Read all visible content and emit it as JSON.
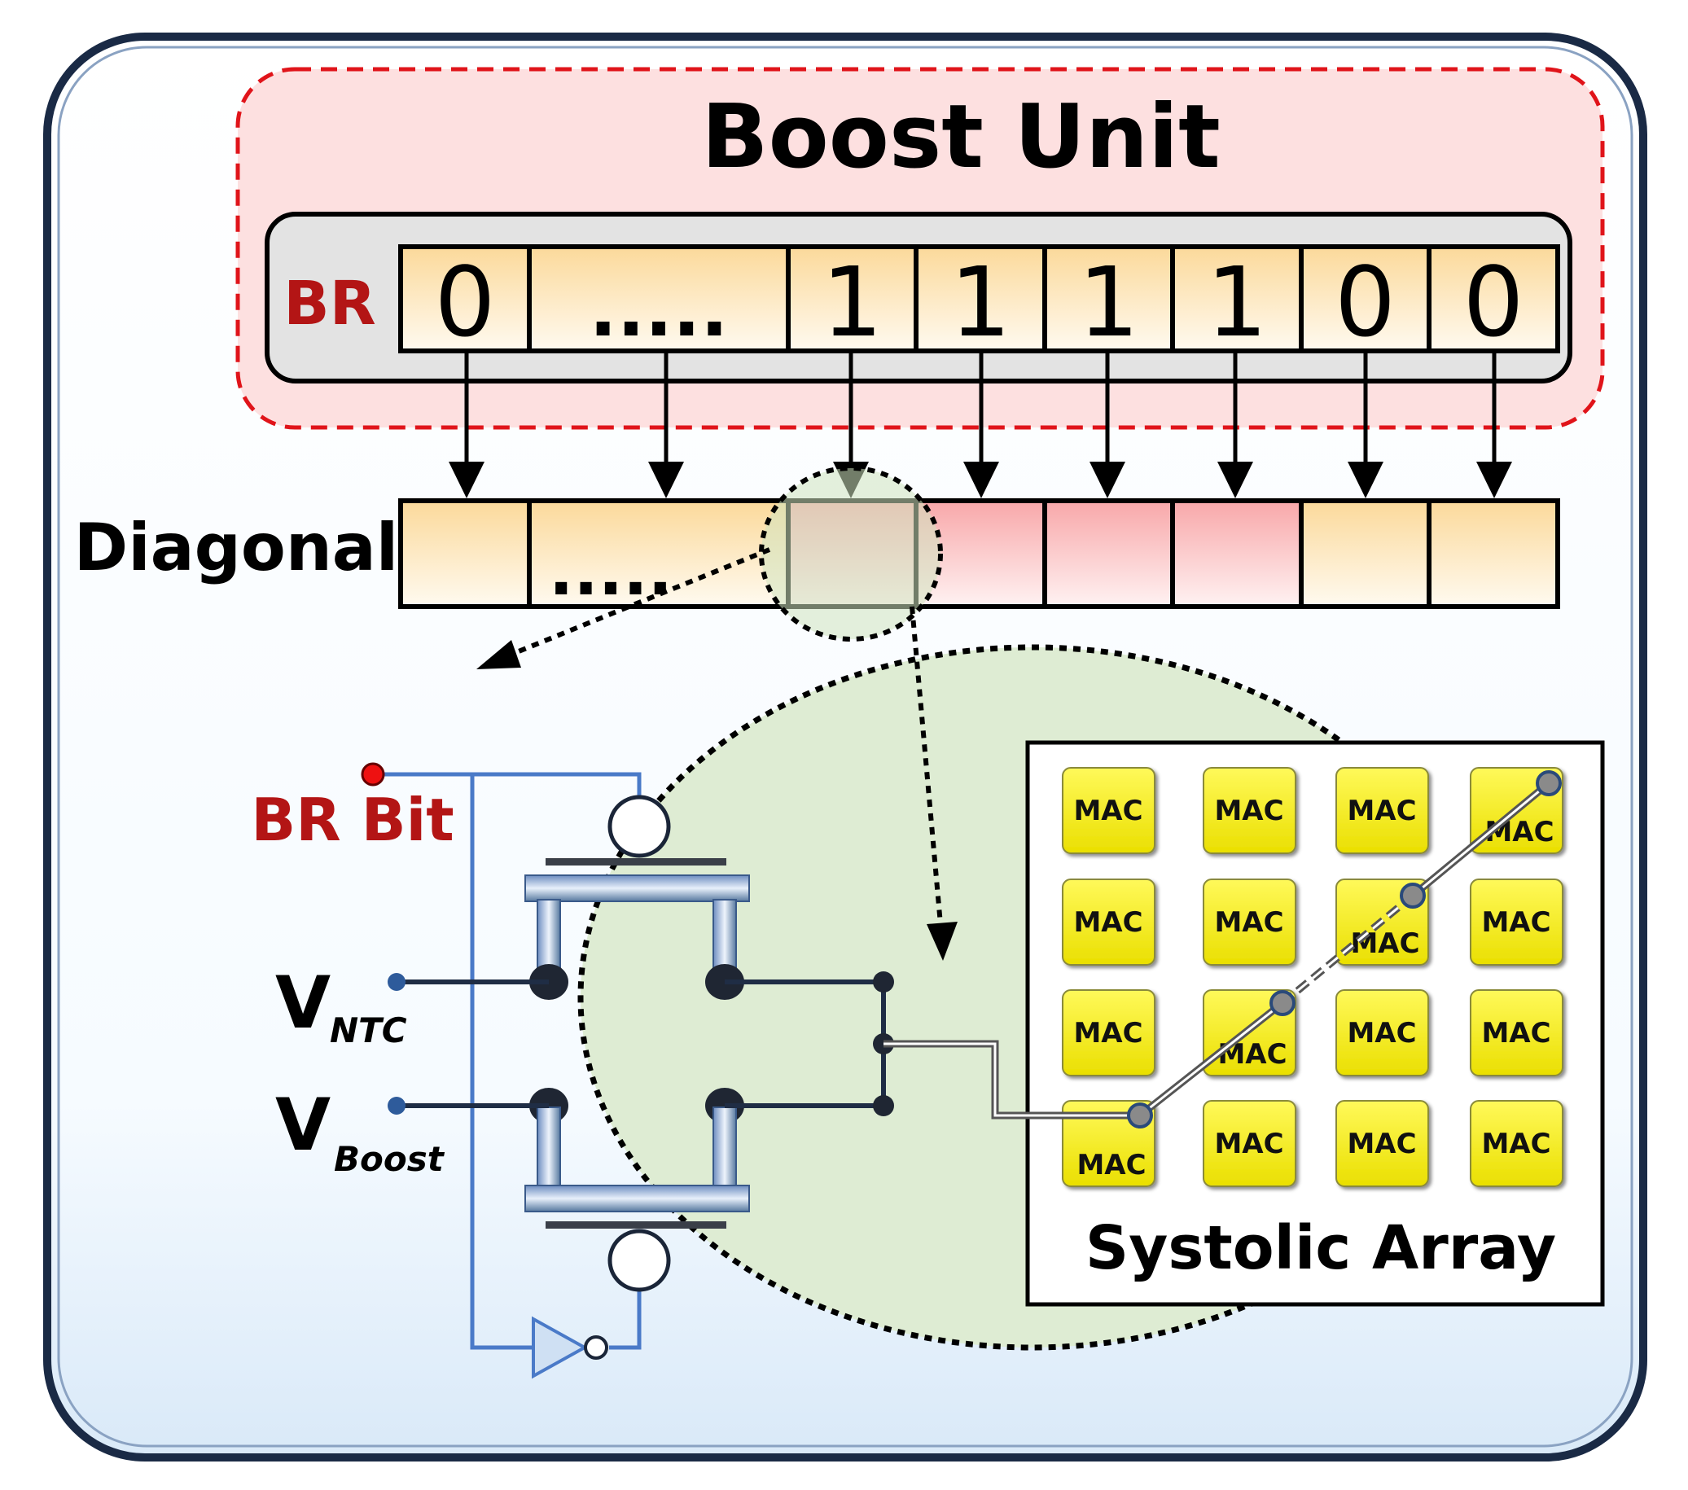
{
  "boost_unit": {
    "title": "Boost Unit",
    "register_label": "BR",
    "bits": [
      "0",
      ".....",
      "1",
      "1",
      "1",
      "1",
      "0",
      "0"
    ]
  },
  "diagonal": {
    "label": "Diagonal",
    "ellipsis": ".....",
    "boosted": [
      false,
      false,
      true,
      true,
      true,
      true,
      false,
      false
    ]
  },
  "circuit": {
    "br_bit_label": "BR Bit",
    "v_ntc_main": "V",
    "v_ntc_sub": "NTC",
    "v_boost_main": "V",
    "v_boost_sub": "Boost"
  },
  "systolic_array": {
    "label": "Systolic Array",
    "cell_label": "MAC",
    "rows": 4,
    "cols": 4
  },
  "colors": {
    "red_label": "#b31515",
    "boost_fill": "#fde0e0",
    "boost_border": "#e0141a",
    "mac_fill": "#f6f000",
    "wire_blue": "#4a7ac8",
    "circle_fill": "#deecd3"
  }
}
